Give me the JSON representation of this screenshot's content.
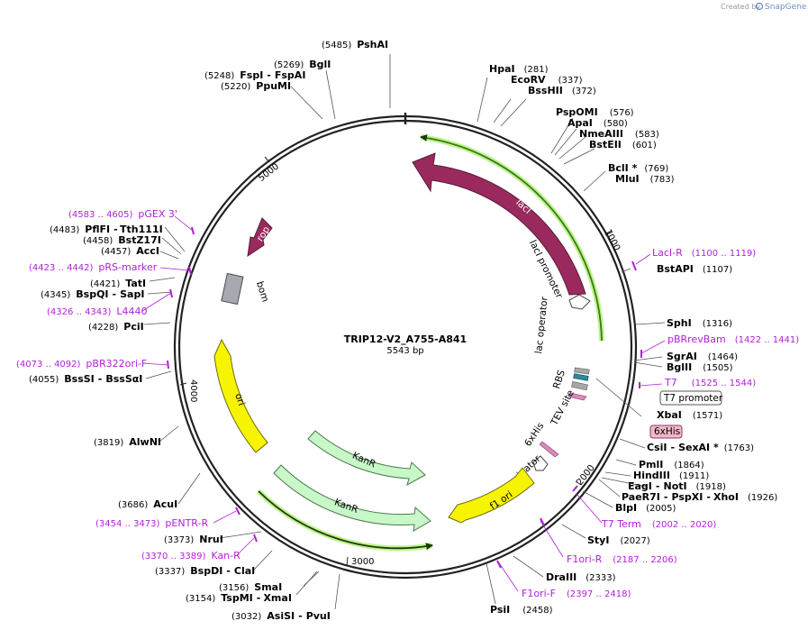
{
  "credit": {
    "prefix": "Created by",
    "brand": "SnapGene"
  },
  "plasmid": {
    "name": "TRIP12-V2_A755-A841",
    "length_label": "5543 bp",
    "length": 5543
  },
  "ticks": [
    "1000",
    "2000",
    "3000",
    "4000",
    "5000"
  ],
  "features": {
    "laci": "lacI",
    "laci_promoter": "lacI promoter",
    "lac_operator": "lac operator",
    "rbs": "RBS",
    "tev_site": "TEV site",
    "sixhis_lbl": "6xHis",
    "t7_terminator": "T7 terminator",
    "f1_ori": "f1 ori",
    "kanr_1": "KanR",
    "kanr_2": "KanR",
    "ori": "ori",
    "rop": "rop",
    "bom": "bom",
    "t7_promoter_box": "T7 promoter",
    "sixhis_box": "6xHis"
  },
  "enzymes": [
    {
      "name": "PshAI",
      "pos": "(5485)"
    },
    {
      "name": "BglI",
      "pos": "(5269)"
    },
    {
      "name": "FspI",
      "pos": "(5248)",
      "name2": "FspAI"
    },
    {
      "name": "PpuMI",
      "pos": "(5220)"
    },
    {
      "name": "HpaI",
      "pos": "(281)"
    },
    {
      "name": "EcoRV",
      "pos": "(337)"
    },
    {
      "name": "BssHII",
      "pos": "(372)"
    },
    {
      "name": "PspOMI",
      "pos": "(576)"
    },
    {
      "name": "ApaI",
      "pos": "(580)"
    },
    {
      "name": "NmeAIII",
      "pos": "(583)"
    },
    {
      "name": "BstEII",
      "pos": "(601)"
    },
    {
      "name": "BclI *",
      "pos": "(769)"
    },
    {
      "name": "MluI",
      "pos": "(783)"
    },
    {
      "name": "BstAPI",
      "pos": "(1107)"
    },
    {
      "name": "SphI",
      "pos": "(1316)"
    },
    {
      "name": "SgrAI",
      "pos": "(1464)"
    },
    {
      "name": "BglII",
      "pos": "(1505)"
    },
    {
      "name": "XbaI",
      "pos": "(1571)"
    },
    {
      "name": "CsiI",
      "pos": "(1763)",
      "name2": "SexAI *"
    },
    {
      "name": "PmlI",
      "pos": "(1864)"
    },
    {
      "name": "HindIII",
      "pos": "(1911)"
    },
    {
      "name": "EagI",
      "pos": "(1918)",
      "name2": "NotI"
    },
    {
      "name": "PaeR7I",
      "pos": "(1926)",
      "name2": "PspXI",
      "name3": "XhoI"
    },
    {
      "name": "BlpI",
      "pos": "(2005)"
    },
    {
      "name": "StyI",
      "pos": "(2027)"
    },
    {
      "name": "DraIII",
      "pos": "(2333)"
    },
    {
      "name": "PsiI",
      "pos": "(2458)"
    },
    {
      "name": "AsiSI",
      "pos": "(3032)",
      "name2": "PvuI"
    },
    {
      "name": "TspMI",
      "pos": "(3154)",
      "name2": "XmaI"
    },
    {
      "name": "SmaI",
      "pos": "(3156)"
    },
    {
      "name": "BspDI",
      "pos": "(3337)",
      "name2": "ClaI"
    },
    {
      "name": "NruI",
      "pos": "(3373)"
    },
    {
      "name": "AcuI",
      "pos": "(3686)"
    },
    {
      "name": "AlwNI",
      "pos": "(3819)"
    },
    {
      "name": "BssSI",
      "pos": "(4055)",
      "name2": "BssSαI"
    },
    {
      "name": "PciI",
      "pos": "(4228)"
    },
    {
      "name": "BspQI",
      "pos": "(4345)",
      "name2": "SapI"
    },
    {
      "name": "TatI",
      "pos": "(4421)"
    },
    {
      "name": "AccI",
      "pos": "(4457)"
    },
    {
      "name": "BstZ17I",
      "pos": "(4458)"
    },
    {
      "name": "PflFI",
      "pos": "(4483)",
      "name2": "Tth111I"
    }
  ],
  "primers": [
    {
      "name": "LacI-R",
      "range": "(1100 .. 1119)"
    },
    {
      "name": "pBRrevBam",
      "range": "(1422 .. 1441)"
    },
    {
      "name": "T7",
      "range": "(1525 .. 1544)"
    },
    {
      "name": "T7 Term",
      "range": "(2002 .. 2020)"
    },
    {
      "name": "F1ori-R",
      "range": "(2187 .. 2206)"
    },
    {
      "name": "F1ori-F",
      "range": "(2397 .. 2418)"
    },
    {
      "name": "pENTR-R",
      "range": "(3454 .. 3473)"
    },
    {
      "name": "Kan-R",
      "range": "(3370 .. 3389)"
    },
    {
      "name": "pBR322ori-F",
      "range": "(4073 .. 4092)"
    },
    {
      "name": "L4440",
      "range": "(4326 .. 4343)"
    },
    {
      "name": "pRS-marker",
      "range": "(4423 .. 4442)"
    },
    {
      "name": "pGEX 3'",
      "range": "(4583 .. 4605)"
    }
  ],
  "colors": {
    "laci": "#9a2a5e",
    "rop": "#9a2a5e",
    "ori": "#f6f400",
    "f1_ori": "#f6f400",
    "kanr": "#c8f7c8",
    "bom": "#a6aab0",
    "primer": "#b01fd7",
    "orf": "#7ed957",
    "sixhis_box": "#f2b8c8",
    "tev": "#d98ab8",
    "rbs": "#2a8a9a",
    "operator": "#a8a8a8"
  }
}
